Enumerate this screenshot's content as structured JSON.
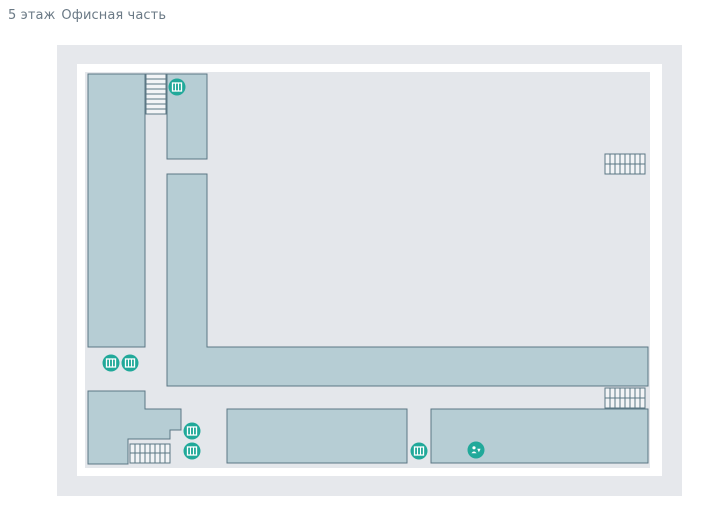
{
  "header": {
    "floor": "5 этаж",
    "zone": "Офисная часть"
  },
  "colors": {
    "outer_frame": "#e6e8ec",
    "floor_area": "#e4e7eb",
    "room_fill": "#b6cdd4",
    "room_stroke": "#5b7784",
    "marker": "#21a99a",
    "marker_glyph": "#ffffff",
    "stairs_stroke": "#5b7784",
    "title_text": "#6b7a86"
  },
  "markers": [
    {
      "id": "elevator-top",
      "icon": "elevator-icon"
    },
    {
      "id": "elevator-left-1",
      "icon": "elevator-icon"
    },
    {
      "id": "elevator-left-2",
      "icon": "elevator-icon"
    },
    {
      "id": "elevator-bottom-1",
      "icon": "elevator-icon"
    },
    {
      "id": "elevator-bottom-2",
      "icon": "elevator-icon"
    },
    {
      "id": "elevator-bottom-3",
      "icon": "elevator-icon"
    },
    {
      "id": "meeting-point",
      "icon": "people-icon"
    }
  ],
  "stairs": [
    {
      "id": "stairs-top-left",
      "icon": "stairs-icon"
    },
    {
      "id": "stairs-right-top",
      "icon": "stairs-icon"
    },
    {
      "id": "stairs-right-bottom",
      "icon": "stairs-icon"
    },
    {
      "id": "stairs-bottom-left",
      "icon": "stairs-icon"
    }
  ]
}
